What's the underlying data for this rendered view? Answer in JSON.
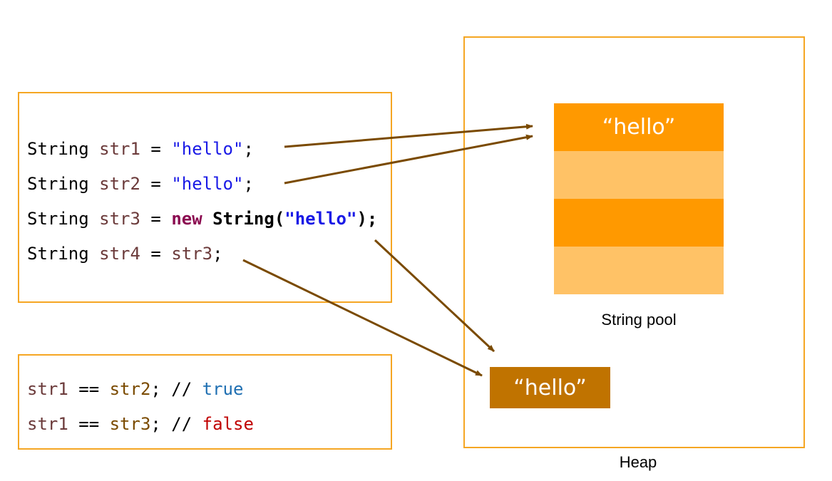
{
  "code": {
    "line1": {
      "type": "String",
      "name": "str1",
      "eq": "=",
      "value": "\"hello\"",
      "end": ";"
    },
    "line2": {
      "type": "String",
      "name": "str2",
      "eq": "=",
      "value": "\"hello\"",
      "end": ";"
    },
    "line3": {
      "type": "String",
      "name": "str3",
      "eq": "=",
      "kw": "new",
      "ctor": "String(",
      "value": "\"hello\"",
      "end": ");"
    },
    "line4": {
      "type": "String",
      "name": "str4",
      "eq": "=",
      "rhs": "str3",
      "end": ";"
    }
  },
  "comparisons": [
    {
      "left": "str1",
      "op": "==",
      "right": "str2",
      "sep": "; //",
      "result": "true"
    },
    {
      "left": "str1",
      "op": "==",
      "right": "str3",
      "sep": "; //",
      "result": "false"
    }
  ],
  "heap": {
    "label": "Heap",
    "pool_label": "String pool",
    "pool_value": "“hello”",
    "object_value": "“hello”"
  },
  "colors": {
    "border": "#F5A623",
    "pool_dark": "#FF9900",
    "pool_light": "#FFC266",
    "heap_object": "#C07300",
    "arrow": "#7A4A00"
  }
}
